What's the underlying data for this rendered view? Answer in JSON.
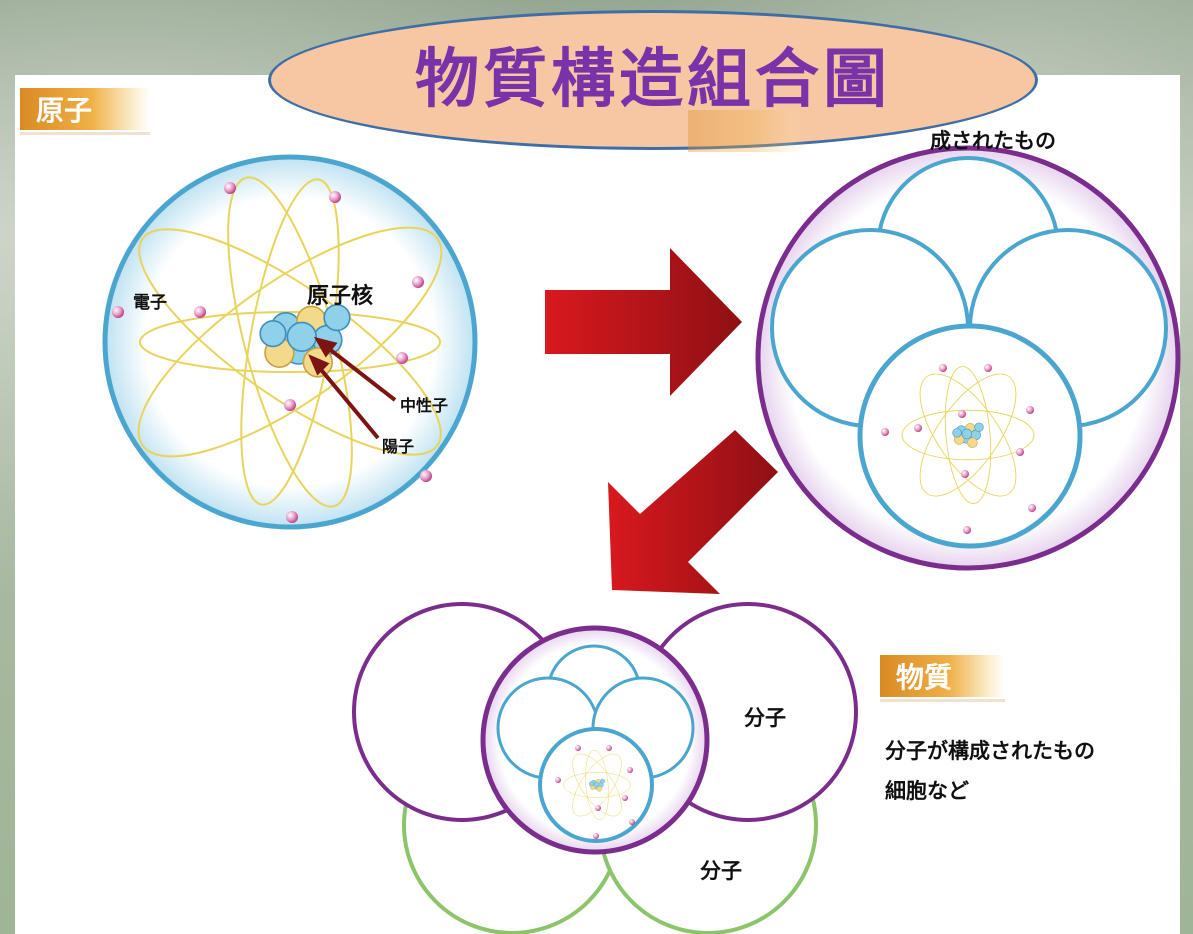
{
  "title": "物質構造組合圖",
  "atom_panel": {
    "tab_label": "原子",
    "electron": "電子",
    "nucleus": "原子核",
    "neutron": "中性子",
    "proton": "陽子"
  },
  "molecule_panel": {
    "caption_partial": "成されたもの"
  },
  "matter_panel": {
    "tab_label": "物質",
    "molecule_label_1": "分子",
    "molecule_label_2": "分子",
    "description_line1": "分子が構成されたもの",
    "description_line2": "細胞など"
  },
  "colors": {
    "title_fill": "#f6c7a2",
    "title_text": "#7a32a8",
    "atom_ring": "#4aa6cf",
    "molecule_ring": "#7b2d8e",
    "matter_ring_green": "#8cc46a",
    "arrow_red": "#c0161b",
    "orbit_yellow": "#e8d45c",
    "electron_pink": "#d36aa5"
  }
}
